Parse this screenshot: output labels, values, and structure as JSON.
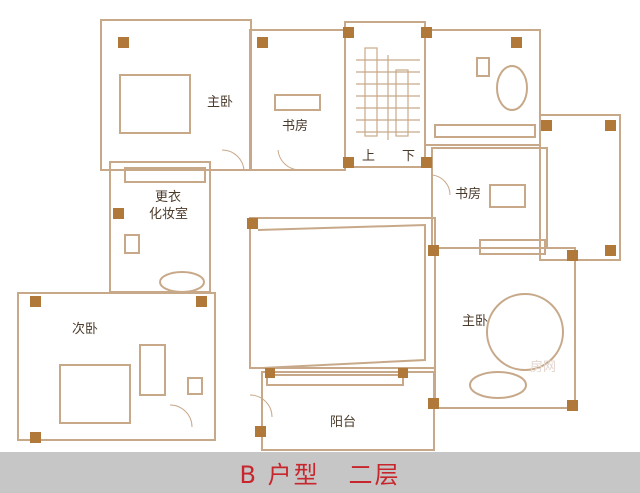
{
  "plan": {
    "rooms": {
      "master_bedroom_1": "主卧",
      "study_1": "书房",
      "dressing_room_line1": "更衣",
      "dressing_room_line2": "化妆室",
      "second_bedroom": "次卧",
      "study_2": "书房",
      "master_bedroom_2": "主卧",
      "balcony": "阳台",
      "stairs_up": "上",
      "stairs_down": "下"
    }
  },
  "footer": {
    "unit": "B 户型",
    "floor": "二层"
  },
  "watermark": "房网",
  "colors": {
    "wall": "#c7a98a",
    "column": "#b0793a",
    "text": "#4a3a2a",
    "title": "#c8262d",
    "band": "#c6c6c6"
  }
}
